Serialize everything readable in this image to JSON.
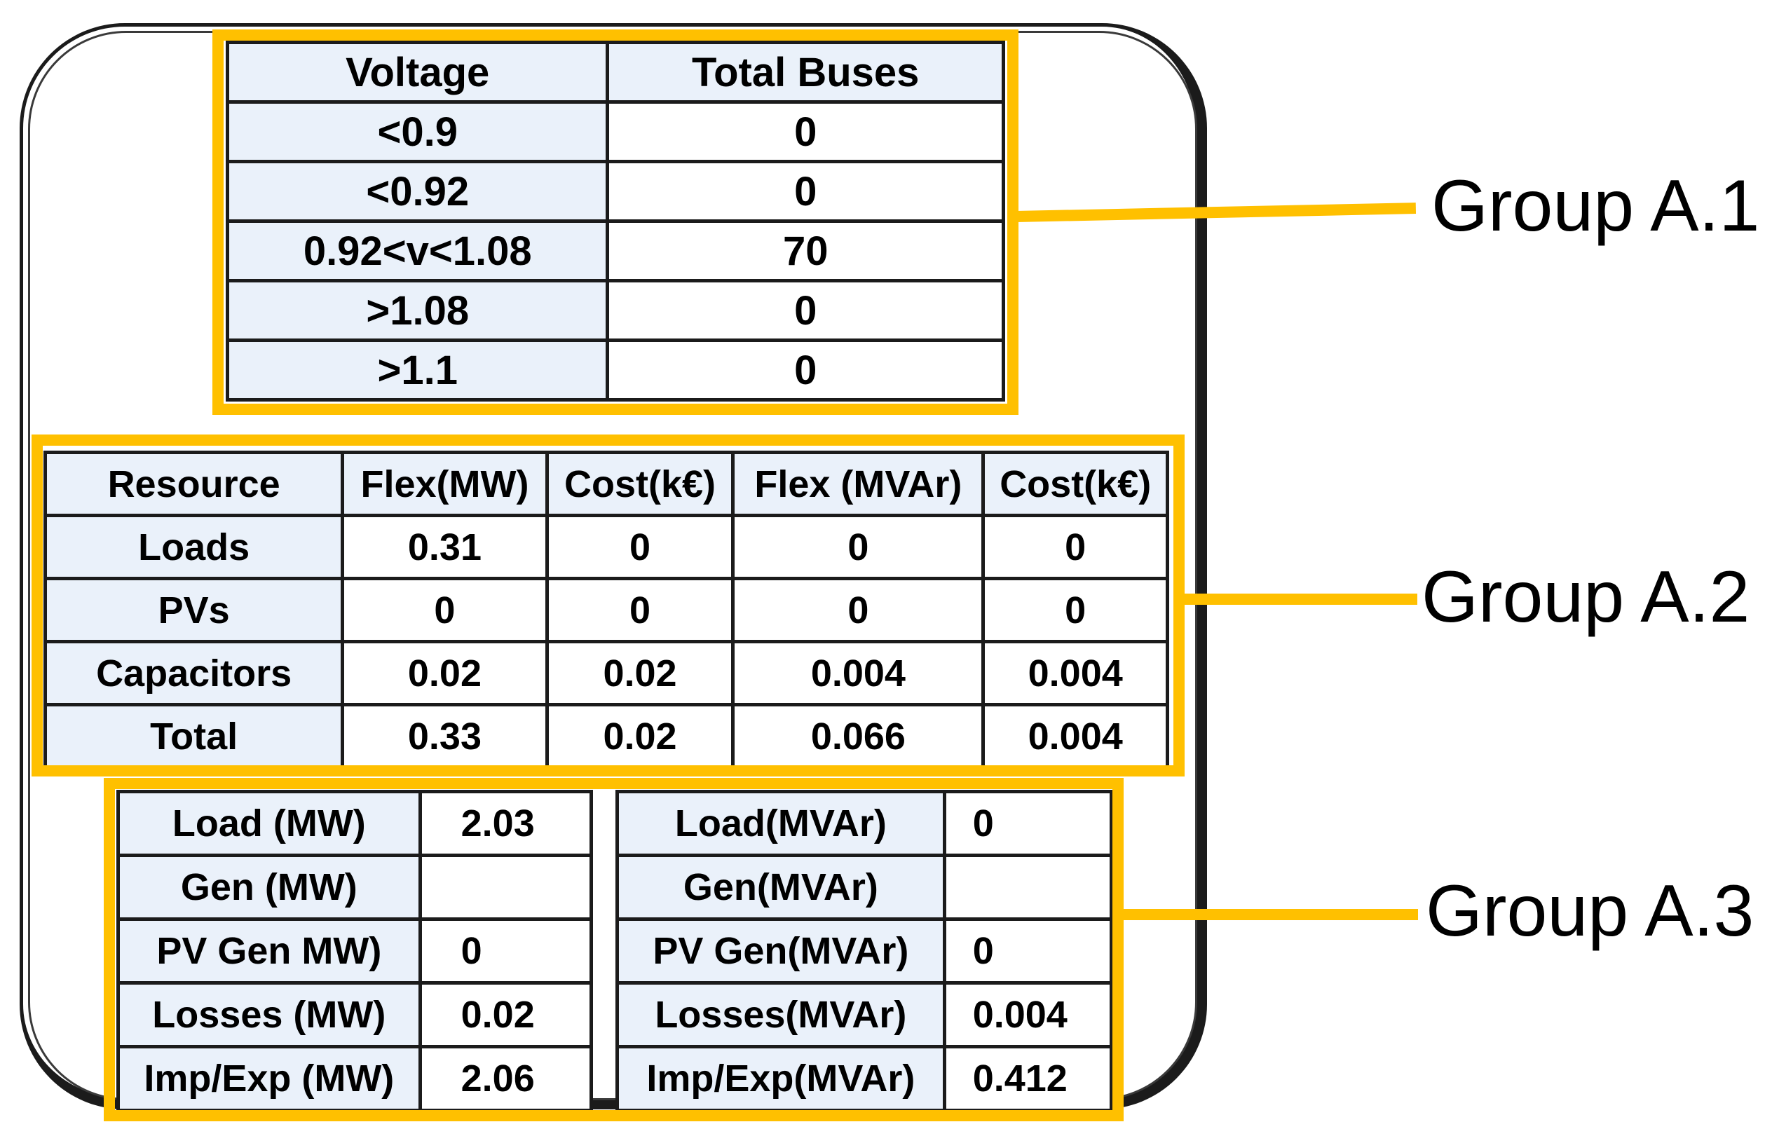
{
  "colors": {
    "accent_orange": "#FFC000",
    "cell_fill_blue": "#EAF1FA",
    "border_black": "#1B1B1B"
  },
  "annotations": {
    "group_a1": "Group A.1",
    "group_a2": "Group A.2",
    "group_a3": "Group A.3"
  },
  "voltage_table": {
    "headers": [
      "Voltage",
      "Total Buses"
    ],
    "rows": [
      [
        "<0.9",
        "0"
      ],
      [
        "<0.92",
        "0"
      ],
      [
        "0.92<v<1.08",
        "70"
      ],
      [
        ">1.08",
        "0"
      ],
      [
        ">1.1",
        "0"
      ]
    ]
  },
  "flexibility_table": {
    "headers": [
      "Resource",
      "Flex(MW)",
      "Cost(k€)",
      "Flex (MVAr)",
      "Cost(k€)"
    ],
    "rows": [
      [
        "Loads",
        "0.31",
        "0",
        "0",
        "0"
      ],
      [
        "PVs",
        "0",
        "0",
        "0",
        "0"
      ],
      [
        "Capacitors",
        "0.02",
        "0.02",
        "0.004",
        "0.004"
      ],
      [
        "Total",
        "0.33",
        "0.02",
        "0.066",
        "0.004"
      ]
    ]
  },
  "active_power_table": {
    "rows": [
      [
        "Load (MW)",
        "2.03"
      ],
      [
        "Gen (MW)",
        ""
      ],
      [
        "PV Gen MW)",
        "0"
      ],
      [
        "Losses (MW)",
        "0.02"
      ],
      [
        "Imp/Exp (MW)",
        "2.06"
      ]
    ]
  },
  "reactive_power_table": {
    "rows": [
      [
        "Load(MVAr)",
        "0"
      ],
      [
        "Gen(MVAr)",
        ""
      ],
      [
        "PV Gen(MVAr)",
        "0"
      ],
      [
        "Losses(MVAr)",
        "0.004"
      ],
      [
        "Imp/Exp(MVAr)",
        "0.412"
      ]
    ]
  }
}
